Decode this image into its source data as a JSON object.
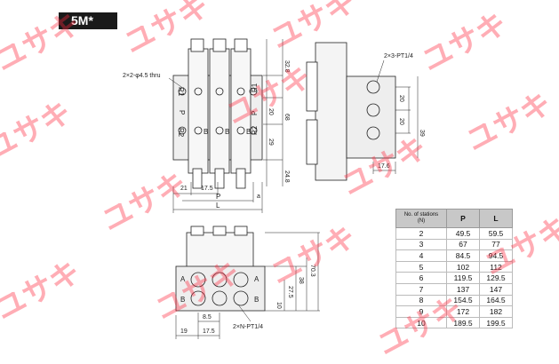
{
  "series_badge": "5M*",
  "top_view": {
    "hole_callout": "2×2-φ4.5 thru",
    "port_labels": [
      "R1",
      "P",
      "R2",
      "R1",
      "P",
      "R2"
    ],
    "b_labels": [
      "B",
      "B",
      "B"
    ],
    "dims_right": [
      "32.8",
      "20",
      "68",
      "29",
      "24.8"
    ],
    "dims_bottom": [
      "21",
      "17.5",
      "P",
      "a",
      "L"
    ]
  },
  "side_view": {
    "port_callout": "2×3-PT1/4",
    "dims": [
      "20",
      "20",
      "39",
      "17.6"
    ]
  },
  "front_view": {
    "port_callout": "2×N-PT1/4",
    "port_labels": [
      "A",
      "A",
      "B",
      "B"
    ],
    "dims_right": [
      "10",
      "27.5",
      "38",
      "70.3"
    ],
    "dims_bottom": [
      "8.5",
      "19",
      "17.5"
    ]
  },
  "table": {
    "headers": [
      "No. of stations (N)",
      "P",
      "L"
    ],
    "rows": [
      [
        "2",
        "49.5",
        "59.5"
      ],
      [
        "3",
        "67",
        "77"
      ],
      [
        "4",
        "84.5",
        "94.5"
      ],
      [
        "5",
        "102",
        "112"
      ],
      [
        "6",
        "119.5",
        "129.5"
      ],
      [
        "7",
        "137",
        "147"
      ],
      [
        "8",
        "154.5",
        "164.5"
      ],
      [
        "9",
        "172",
        "182"
      ],
      [
        "10",
        "189.5",
        "199.5"
      ]
    ]
  },
  "watermark": {
    "text": "ユサキ",
    "color": "#ff2a3c"
  }
}
